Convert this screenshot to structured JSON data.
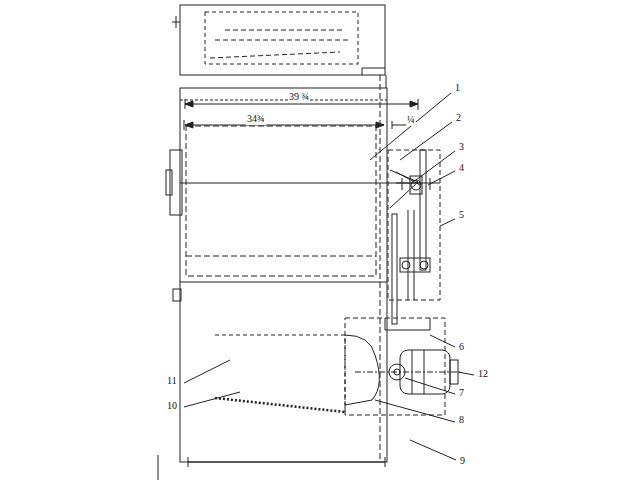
{
  "diagram": {
    "labels": [
      "39 ¾",
      "34¾",
      "¼",
      "1",
      "2",
      "3",
      "4",
      "5",
      "6",
      "12",
      "7",
      "8",
      "9",
      "11",
      "10"
    ]
  }
}
